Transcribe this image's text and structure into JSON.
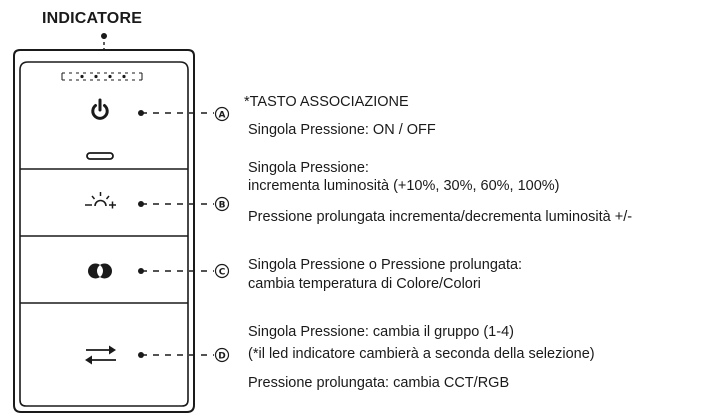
{
  "indicator_title": "INDICATORE",
  "buttons": [
    {
      "id": "power",
      "icon": "power-icon",
      "marker": "A",
      "lines": [
        "*TASTO ASSOCIAZIONE",
        "Singola Pressione: ON / OFF"
      ]
    },
    {
      "id": "brightness",
      "icon": "brightness-up-icon",
      "marker": "B",
      "lines": [
        "Singola Pressione:",
        "incrementa luminosità (+10%, 30%, 60%, 100%)",
        "Pressione prolungata incrementa/decrementa luminosità +/-"
      ]
    },
    {
      "id": "color",
      "icon": "color-temperature-icon",
      "marker": "C",
      "lines": [
        "Singola Pressione o Pressione prolungata:",
        "cambia temperatura di Colore/Colori"
      ]
    },
    {
      "id": "group",
      "icon": "swap-arrows-icon",
      "marker": "D",
      "lines": [
        "Singola Pressione: cambia il gruppo (1-4)",
        "(*il led indicatore cambierà a seconda della selezione)",
        "Pressione prolungata: cambia CCT/RGB"
      ]
    }
  ]
}
